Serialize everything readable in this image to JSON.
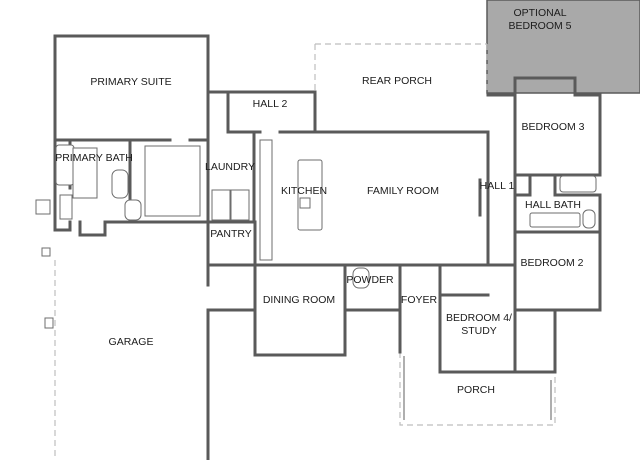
{
  "rooms": {
    "optional_bedroom_5": "OPTIONAL",
    "optional_bedroom_5_line2": "BEDROOM 5",
    "primary_suite": "PRIMARY SUITE",
    "rear_porch": "REAR PORCH",
    "hall_2": "HALL 2",
    "bedroom_3": "BEDROOM 3",
    "primary_bath": "PRIMARY BATH",
    "laundry": "LAUNDRY",
    "kitchen": "KITCHEN",
    "family_room": "FAMILY ROOM",
    "hall_1": "HALL 1",
    "hall_bath": "HALL BATH",
    "pantry": "PANTRY",
    "bedroom_2": "BEDROOM 2",
    "powder": "POWDER",
    "dining_room": "DINING ROOM",
    "foyer": "FOYER",
    "bedroom_4": "BEDROOM 4/",
    "bedroom_4_line2": "STUDY",
    "garage": "GARAGE",
    "porch": "PORCH"
  },
  "colors": {
    "optional_room_fill": "#a9a9a9",
    "wall": "#5a5a5a"
  }
}
